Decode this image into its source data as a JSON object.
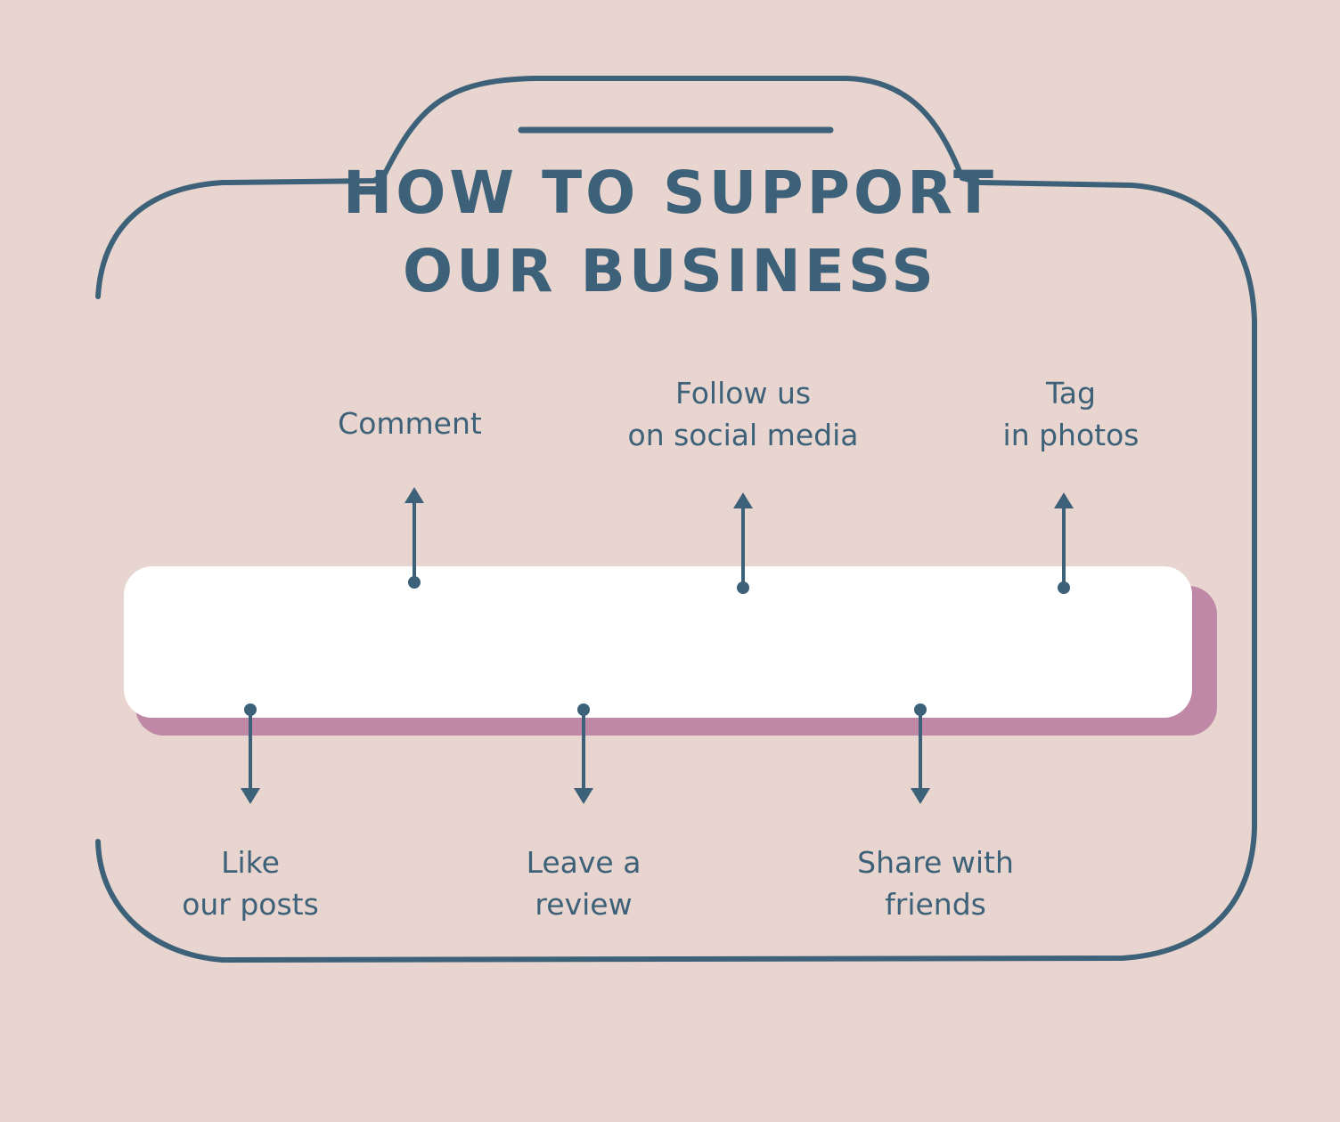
{
  "title": {
    "line1": "HOW TO SUPPORT",
    "line2": "OUR BUSINESS"
  },
  "colors": {
    "background": "#e8d5cf",
    "ink": "#3d6178",
    "bar": "#ffffff",
    "bar_shadow": "#bf88a6"
  },
  "items_top": [
    {
      "line1": "Comment",
      "line2": ""
    },
    {
      "line1": "Follow us",
      "line2": "on social media"
    },
    {
      "line1": "Tag",
      "line2": "in photos"
    }
  ],
  "items_bottom": [
    {
      "line1": "Like",
      "line2": "our posts"
    },
    {
      "line1": "Leave a",
      "line2": "review"
    },
    {
      "line1": "Share with",
      "line2": "friends"
    }
  ]
}
